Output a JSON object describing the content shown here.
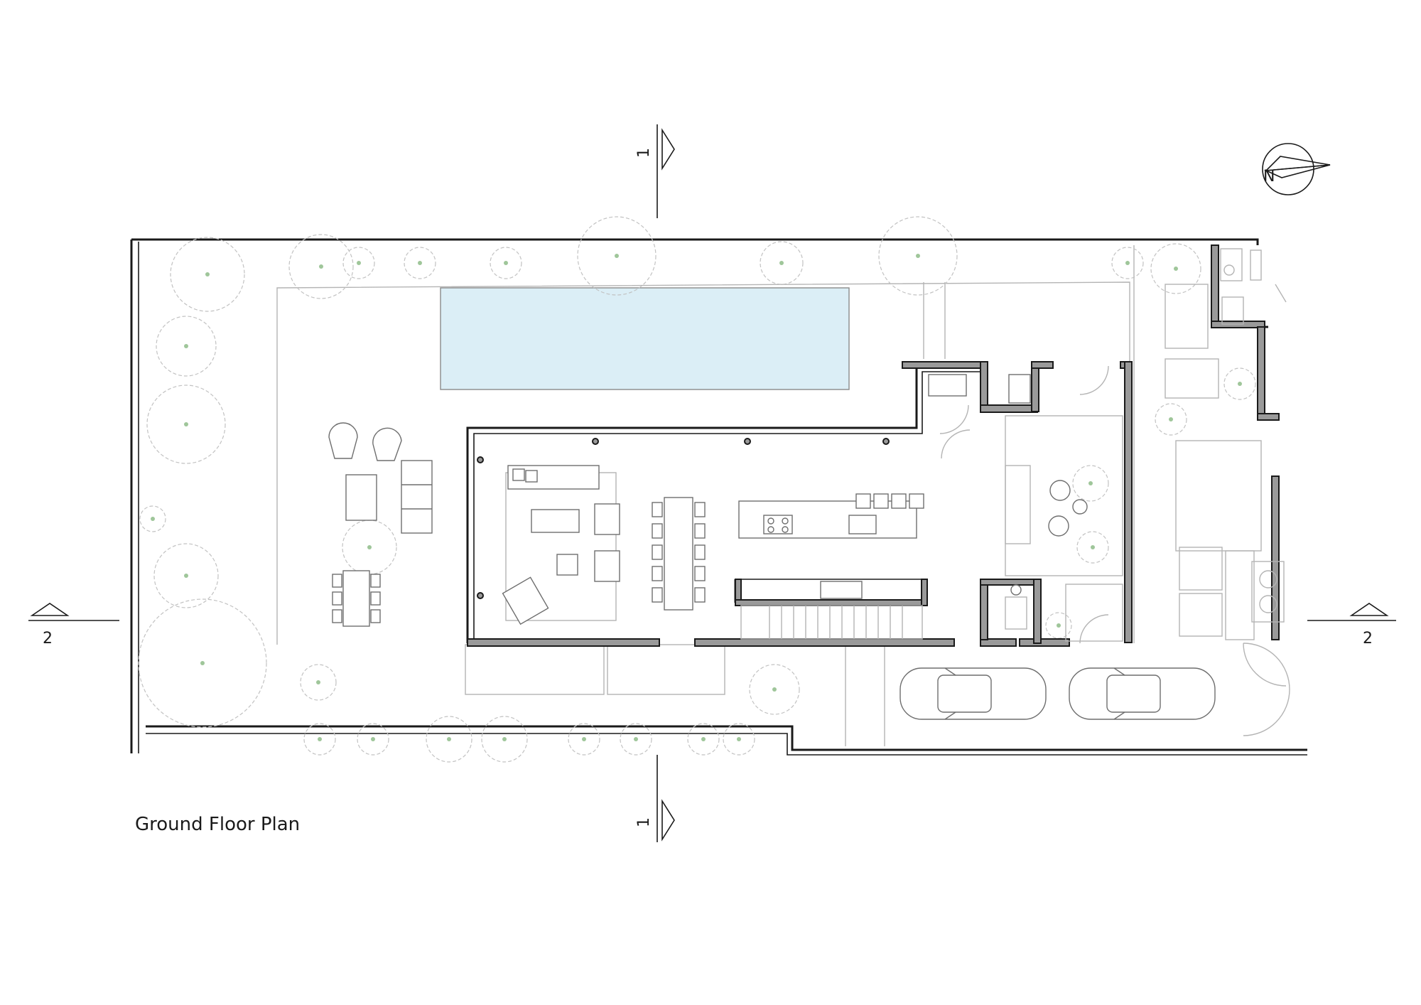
{
  "drawing": {
    "title": "Ground Floor Plan"
  },
  "section_markers": {
    "section_1_label": "1",
    "section_2_label": "2"
  },
  "north_arrow": {
    "letter": "N",
    "icon": "north-arrow-icon"
  },
  "colors": {
    "pool": "#dbeef6",
    "walls": "#1a1a1a",
    "landscape": "#9fc69a",
    "core_fill": "#9a9a9a"
  }
}
